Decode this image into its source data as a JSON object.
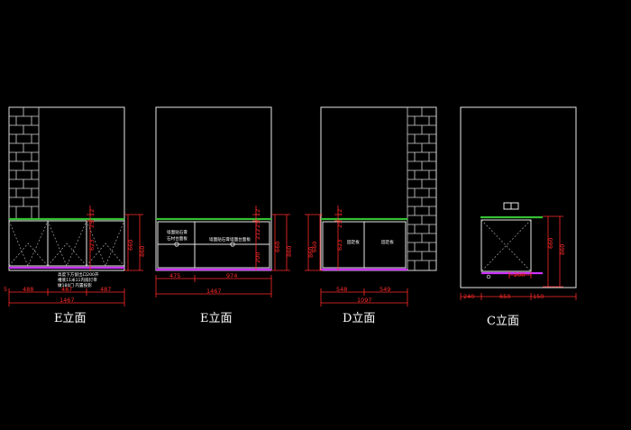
{
  "drawings": {
    "e1": {
      "title": "E立面",
      "widths": [
        "488",
        "487",
        "487"
      ],
      "overall": "1467",
      "left_mark": "5",
      "heights": [
        "12",
        "25",
        "623",
        "660",
        "860"
      ],
      "notes": [
        "高度下方留出口200开",
        "槽底11米11内嵌灯带",
        "做180门 内置投影"
      ]
    },
    "e2": {
      "title": "E立面",
      "widths": [
        "475",
        "974"
      ],
      "overall": "1467",
      "heights": [
        "12",
        "25",
        "212",
        "200",
        "660",
        "860"
      ],
      "notes": [
        "墙面贴石膏",
        "石材台面板",
        "墙面贴石膏墙面台面板"
      ]
    },
    "d": {
      "title": "D立面",
      "widths": [
        "548",
        "549"
      ],
      "overall": "1097",
      "heights": [
        "12",
        "25",
        "623",
        "660",
        "860"
      ],
      "door_labels": [
        "固定板",
        "固定板"
      ]
    },
    "c": {
      "title": "C立面",
      "widths": [
        "240",
        "650",
        "150"
      ],
      "inner_width": "200",
      "heights": [
        "660",
        "860"
      ]
    }
  }
}
